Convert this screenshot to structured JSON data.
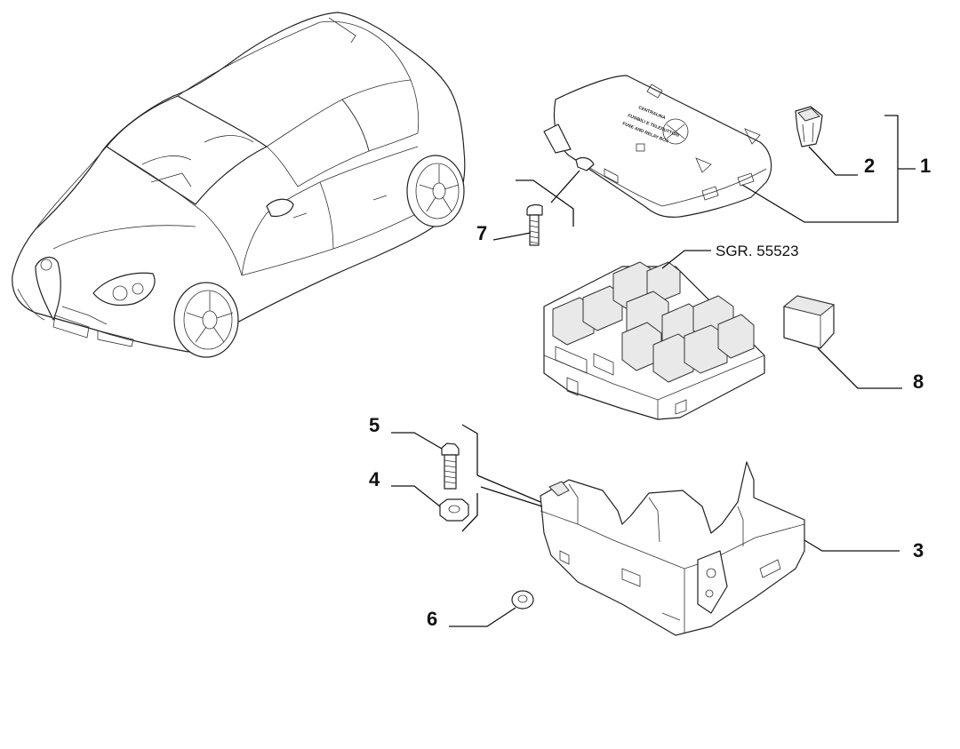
{
  "callouts": [
    {
      "id": "1",
      "label": "1"
    },
    {
      "id": "2",
      "label": "2"
    },
    {
      "id": "3",
      "label": "3"
    },
    {
      "id": "4",
      "label": "4"
    },
    {
      "id": "5",
      "label": "5"
    },
    {
      "id": "6",
      "label": "6"
    },
    {
      "id": "7",
      "label": "7"
    },
    {
      "id": "8",
      "label": "8"
    }
  ],
  "reference": "SGR. 55523",
  "cover_text": {
    "line1": "CENTRALINA",
    "line2": "FUSIBILI E TELERUTTORI",
    "line3": "FUSE AND RELAY BOX"
  }
}
